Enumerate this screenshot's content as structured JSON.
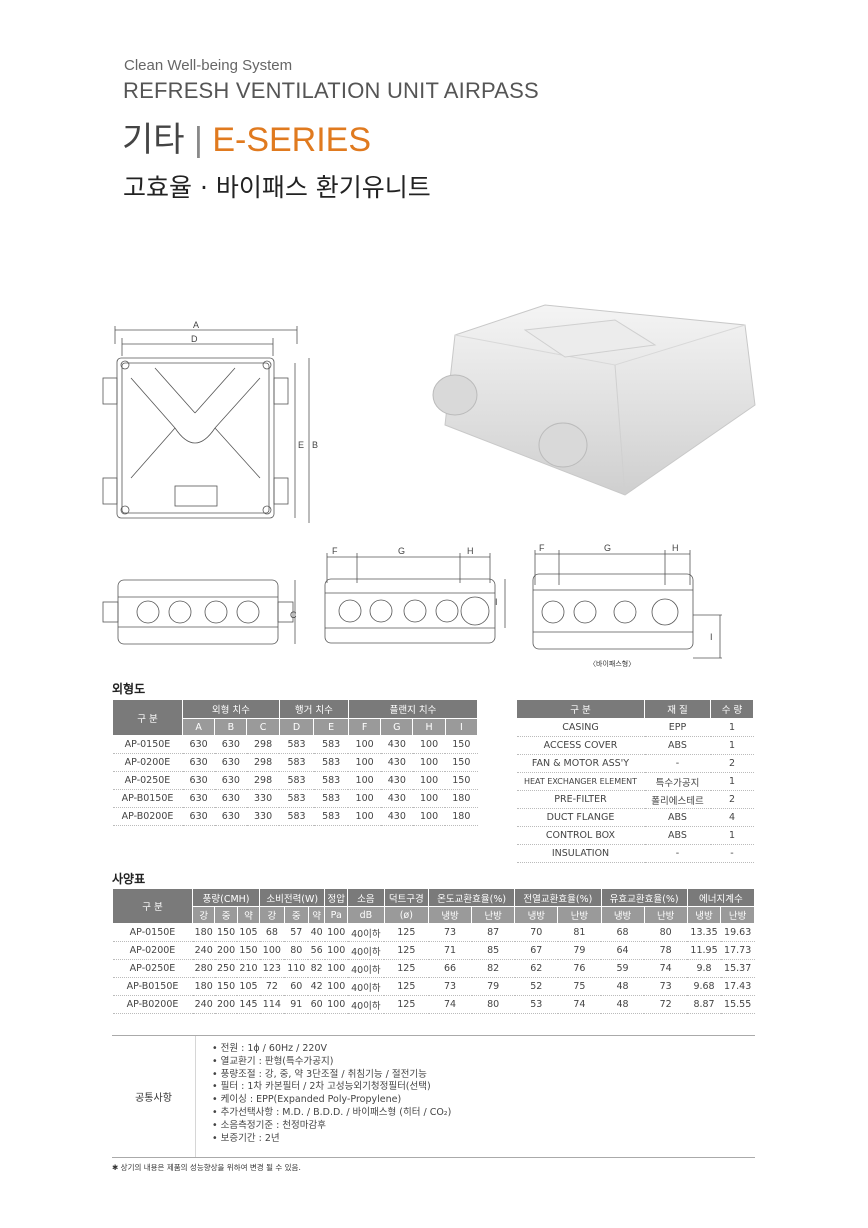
{
  "header": {
    "tagline": "Clean Well-being System",
    "product_line": "REFRESH VENTILATION UNIT AIRPASS",
    "category_prefix": "기타",
    "separator": "|",
    "series_name": "E-SERIES",
    "subtitle": "고효율 · 바이패스 환기유니트"
  },
  "colors": {
    "accent": "#e07a1f",
    "header_bg": "#7a7a7a",
    "sub_header_bg": "#9a9a9a"
  },
  "drawings": {
    "top_view_labels": {
      "a": "A",
      "d": "D",
      "e": "E",
      "b": "B"
    },
    "side_view_labels": {
      "c": "C"
    },
    "front_view_labels": {
      "f": "F",
      "g": "G",
      "h": "H",
      "i": "I"
    },
    "bypass_view_labels": {
      "f": "F",
      "g": "G",
      "h": "H",
      "i": "I"
    },
    "bypass_caption": "〈바이패스형〉"
  },
  "dimensions": {
    "section_title": "외형도",
    "head_label": "구  분",
    "groups": [
      "외형 치수",
      "행거 치수",
      "플랜지 치수"
    ],
    "columns": [
      "A",
      "B",
      "C",
      "D",
      "E",
      "F",
      "G",
      "H",
      "I"
    ],
    "rows": [
      {
        "model": "AP-0150E",
        "values": [
          "630",
          "630",
          "298",
          "583",
          "583",
          "100",
          "430",
          "100",
          "150"
        ]
      },
      {
        "model": "AP-0200E",
        "values": [
          "630",
          "630",
          "298",
          "583",
          "583",
          "100",
          "430",
          "100",
          "150"
        ]
      },
      {
        "model": "AP-0250E",
        "values": [
          "630",
          "630",
          "298",
          "583",
          "583",
          "100",
          "430",
          "100",
          "150"
        ]
      },
      {
        "model": "AP-B0150E",
        "values": [
          "630",
          "630",
          "330",
          "583",
          "583",
          "100",
          "430",
          "100",
          "180"
        ]
      },
      {
        "model": "AP-B0200E",
        "values": [
          "630",
          "630",
          "330",
          "583",
          "583",
          "100",
          "430",
          "100",
          "180"
        ]
      }
    ]
  },
  "materials": {
    "headers": [
      "구  분",
      "재 질",
      "수 량"
    ],
    "rows": [
      {
        "part": "CASING",
        "material": "EPP",
        "qty": "1"
      },
      {
        "part": "ACCESS COVER",
        "material": "ABS",
        "qty": "1"
      },
      {
        "part": "FAN & MOTOR ASS'Y",
        "material": "-",
        "qty": "2"
      },
      {
        "part": "HEAT EXCHANGER ELEMENT",
        "material": "특수가공지",
        "qty": "1"
      },
      {
        "part": "PRE-FILTER",
        "material": "폴리에스테르",
        "qty": "2"
      },
      {
        "part": "DUCT FLANGE",
        "material": "ABS",
        "qty": "4"
      },
      {
        "part": "CONTROL BOX",
        "material": "ABS",
        "qty": "1"
      },
      {
        "part": "INSULATION",
        "material": "-",
        "qty": "-"
      }
    ]
  },
  "specs": {
    "section_title": "사양표",
    "head_label": "구  분",
    "groups": [
      "풍량(CMH)",
      "소비전력(W)",
      "정압",
      "소음",
      "덕트구경",
      "온도교환효율(%)",
      "전열교환효율(%)",
      "유효교환효율(%)",
      "에너지계수"
    ],
    "sub_headers": [
      "강",
      "중",
      "약",
      "강",
      "중",
      "약",
      "Pa",
      "dB",
      "(ø)",
      "냉방",
      "난방",
      "냉방",
      "난방",
      "냉방",
      "난방",
      "냉방",
      "난방"
    ],
    "rows": [
      {
        "model": "AP-0150E",
        "values": [
          "180",
          "150",
          "105",
          "68",
          "57",
          "40",
          "100",
          "40이하",
          "125",
          "73",
          "87",
          "70",
          "81",
          "68",
          "80",
          "13.35",
          "19.63"
        ]
      },
      {
        "model": "AP-0200E",
        "values": [
          "240",
          "200",
          "150",
          "100",
          "80",
          "56",
          "100",
          "40이하",
          "125",
          "71",
          "85",
          "67",
          "79",
          "64",
          "78",
          "11.95",
          "17.73"
        ]
      },
      {
        "model": "AP-0250E",
        "values": [
          "280",
          "250",
          "210",
          "123",
          "110",
          "82",
          "100",
          "40이하",
          "125",
          "66",
          "82",
          "62",
          "76",
          "59",
          "74",
          "9.8",
          "15.37"
        ]
      },
      {
        "model": "AP-B0150E",
        "values": [
          "180",
          "150",
          "105",
          "72",
          "60",
          "42",
          "100",
          "40이하",
          "125",
          "73",
          "79",
          "52",
          "75",
          "48",
          "73",
          "9.68",
          "17.43"
        ]
      },
      {
        "model": "AP-B0200E",
        "values": [
          "240",
          "200",
          "145",
          "114",
          "91",
          "60",
          "100",
          "40이하",
          "125",
          "74",
          "80",
          "53",
          "74",
          "48",
          "72",
          "8.87",
          "15.55"
        ]
      }
    ]
  },
  "common": {
    "label": "공통사항",
    "items": [
      "• 전원 : 1ɸ / 60Hz / 220V",
      "• 열교환기 : 판형(특수가공지)",
      "• 풍량조절 : 강, 중, 약 3단조절 / 취침기능 / 절전기능",
      "• 필터 : 1차 카본필터 / 2차 고성능외기청정필터(선택)",
      "• 케이싱 : EPP(Expanded Poly-Propylene)",
      "• 추가선택사항 : M.D. / B.D.D. / 바이패스형 (히터 / CO₂)",
      "• 소음측정기준 : 천정마감후",
      "• 보증기간 : 2년"
    ]
  },
  "footnote": "✱ 상기의 내용은 제품의 성능향상을 위하여 변경 될 수 있음."
}
